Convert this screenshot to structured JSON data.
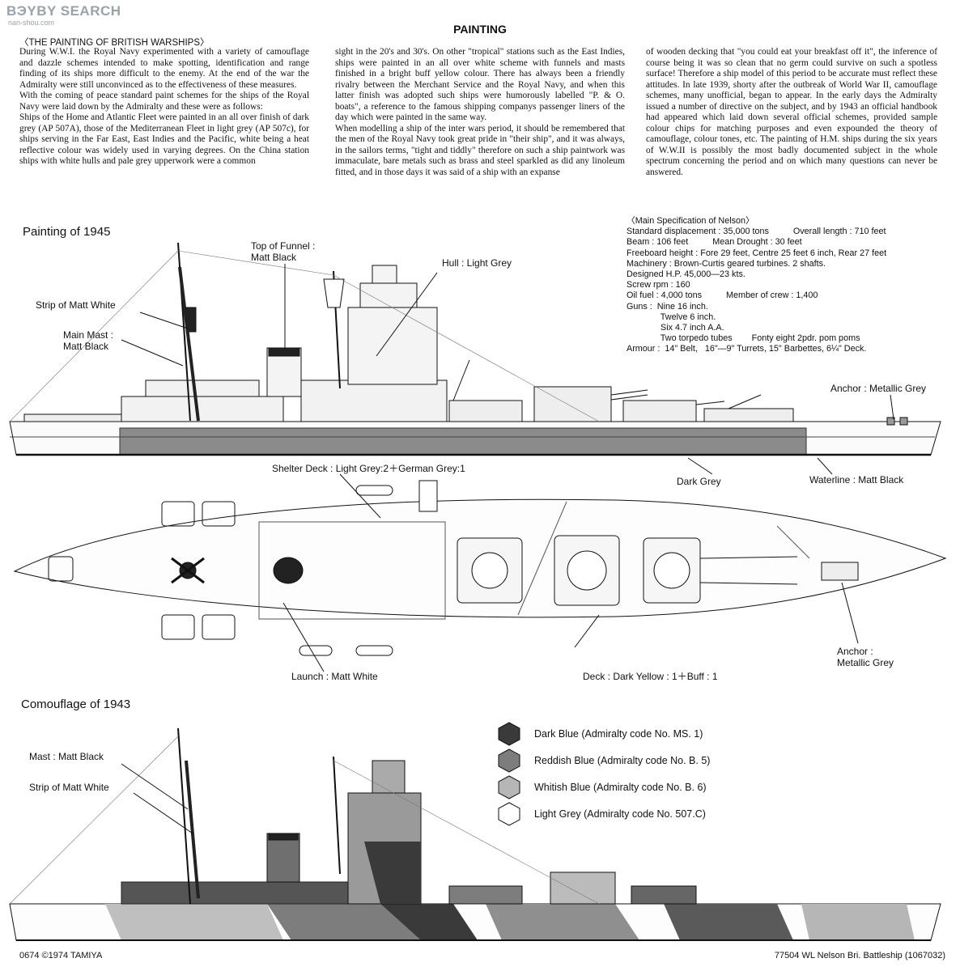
{
  "watermark": {
    "main": "ВЭYBY SEARCH",
    "sub": "nan-shou.com"
  },
  "page_title": "PAINTING",
  "text_section": {
    "heading": "〈THE PAINTING OF BRITISH WARSHIPS〉",
    "col1": [
      "During W.W.I. the Royal Navy experimented with a variety of camouflage and dazzle schemes intended to make spotting, identification and range finding of its ships more difficult to the enemy.  At the end of the war the Admiralty were still unconvinced as to the effectiveness of these measures.",
      "With the coming of peace standard paint schemes for the ships of the Royal Navy were laid down by the Admiralty and these were as follows:",
      "Ships of the Home and Atlantic Fleet were painted in an all over finish of dark grey (AP 507A), those of the Mediterranean Fleet in light grey (AP 507c), for ships serving in the Far East, East Indies and the Pacific, white being a heat reflective colour was widely used in varying degrees. On the China station ships with white hulls and pale grey upperwork were a common"
    ],
    "col2": [
      "sight in the 20's and 30's.  On other \"tropical\" stations such as the East Indies, ships were painted in an all over white scheme with funnels and masts finished in a bright buff yellow colour. There has always been a friendly rivalry between the Merchant Service and the Royal Navy, and when this latter finish was adopted such ships were humorously labelled \"P. & O. boats\", a reference to the famous shipping companys passenger liners of the day which were painted in the same way.",
      "When modelling a ship of the inter wars period, it should be remembered that the men of the Royal Navy took great pride in \"their ship\", and it was always, in the sailors terms, \"tight and tiddly\" therefore on such a ship paintwork was immaculate, bare metals such as brass and steel sparkled as did any linoleum fitted, and in those days it was said of a ship with an expanse"
    ],
    "col3": [
      "of wooden decking that \"you could eat your breakfast off it\", the inference of course being it was so clean that no germ could survive on such a spotless surface!  Therefore a ship model of this period to be accurate must reflect these attitudes. In late 1939, shorty after the outbreak of World War II, camouflage schemes, many unofficial, began to appear. In the early days the Admiralty issued a number of directive on the subject, and by 1943 an official handbook had appeared which laid down several official schemes, provided sample colour chips for matching purposes and even expounded the theory of camouflage, colour tones, etc.  The painting of H.M. ships during the six years of W.W.II is possibly the most badly documented subject in the whole spectrum concerning the period  and  on which  many questions can never be answered."
    ]
  },
  "specs": {
    "heading": "〈Main Specification of Nelson〉",
    "lines": [
      "Standard displacement : 35,000 tons          Overall length : 710 feet",
      "Beam : 106 feet          Mean Drought : 30 feet",
      "Freeboard height : Fore 29 feet, Centre 25 feet 6 inch, Rear 27 feet",
      "Machinery : Brown-Curtis geared turbines. 2 shafts.",
      "Designed H.P. 45,000—23 kts.",
      "Screw rpm : 160",
      "Oil fuel : 4,000 tons          Member of crew : 1,400",
      "Guns :  Nine 16 inch.",
      "              Twelve 6 inch.",
      "              Six 4.7 inch A.A.",
      "              Two torpedo tubes        Fonty eight 2pdr. pom poms",
      "Armour :  14\" Belt,   16\"—9\" Turrets, 15\" Barbettes, 6¼\" Deck."
    ]
  },
  "section_1945": {
    "title": "Painting of 1945",
    "labels": {
      "funnel": "Top of Funnel :\nMatt Black",
      "hull": "Hull : Light Grey",
      "strip": "Strip of Matt White",
      "mainmast": "Main Mast :\nMatt Black",
      "anchor_side": "Anchor : Metallic Grey",
      "dark_grey": "Dark Grey",
      "waterline": "Waterline : Matt Black",
      "shelter": "Shelter Deck : Light Grey:2＋German Grey:1",
      "anchor_top": "Anchor :\nMetallic Grey",
      "launch": "Launch : Matt White",
      "deck": "Deck : Dark Yellow : 1＋Buff : 1"
    },
    "colors": {
      "hull": "#fbfbfb",
      "dark_grey": "#8b8b8b",
      "line": "#111111"
    }
  },
  "section_1943": {
    "title": "Comouflage of 1943",
    "labels": {
      "mast": "Mast : Matt Black",
      "strip": "Strip of Matt White"
    },
    "legend": [
      {
        "label": "Dark Blue (Admiralty code No. MS. 1)",
        "color": "#3a3a3a"
      },
      {
        "label": "Reddish Blue (Admiralty code No. B. 5)",
        "color": "#7d7d7d"
      },
      {
        "label": "Whitish Blue (Admiralty code No. B. 6)",
        "color": "#b6b6b6"
      },
      {
        "label": "Light Grey (Admiralty code No. 507.C)",
        "color": "#ffffff"
      }
    ]
  },
  "footer": {
    "left": "0674 ©1974 TAMIYA",
    "right": "77504  WL Nelson Bri. Battleship (1067032)"
  }
}
